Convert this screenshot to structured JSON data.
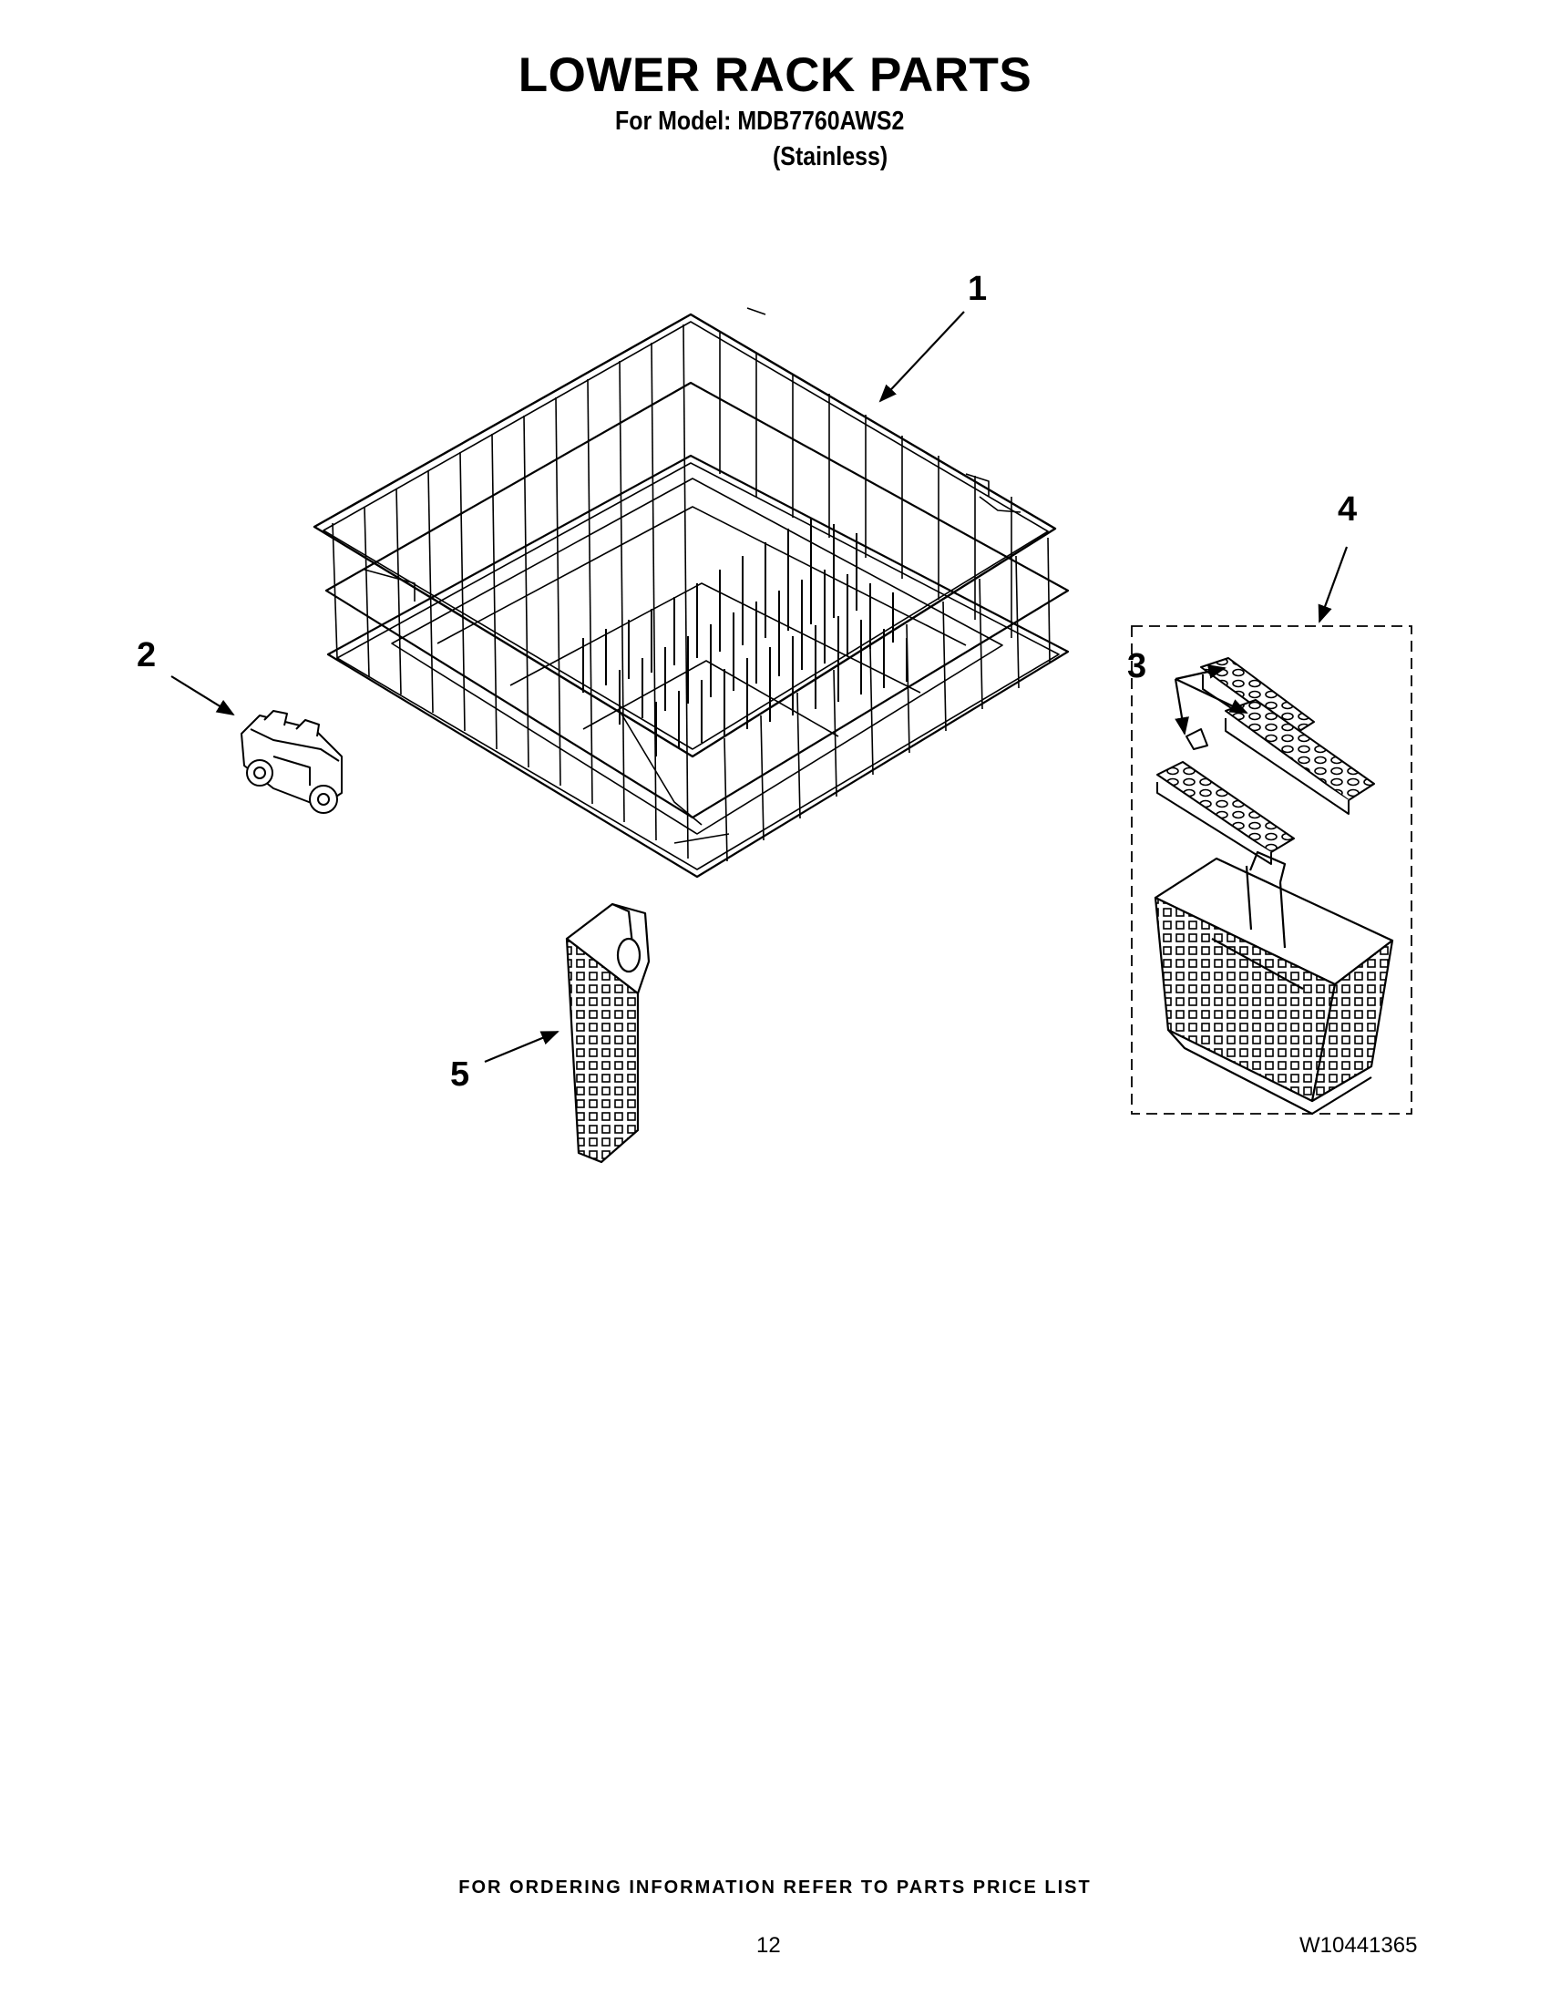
{
  "header": {
    "title": "LOWER RACK PARTS",
    "model_line": "For Model: MDB7760AWS2",
    "finish_line": "(Stainless)"
  },
  "callouts": [
    {
      "number": "1",
      "part": "lower-rack"
    },
    {
      "number": "2",
      "part": "rack-wheel-assembly"
    },
    {
      "number": "3",
      "part": "silverware-basket-covers"
    },
    {
      "number": "4",
      "part": "silverware-basket-kit"
    },
    {
      "number": "5",
      "part": "small-silverware-basket"
    }
  ],
  "footer": {
    "ordering_note": "FOR ORDERING INFORMATION REFER TO PARTS PRICE LIST",
    "page_number": "12",
    "doc_number": "W10441365"
  }
}
